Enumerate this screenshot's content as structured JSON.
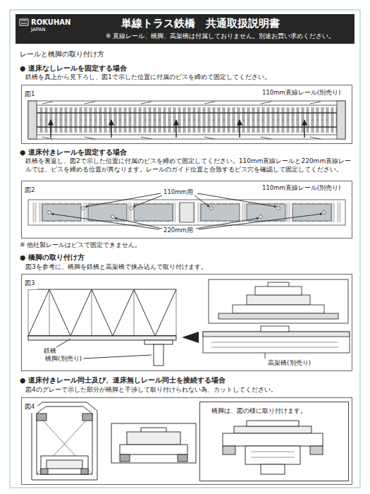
{
  "diagram": {
    "title": "単線トラス鉄橋　共通取扱説明書",
    "nodes": [
      {
        "text": [
          "図1"
        ]
      },
      {
        "text": [
          "図2"
        ]
      },
      {
        "text": [
          "図3"
        ]
      },
      {
        "text": [
          "図4"
        ]
      },
      {
        "text": [
          "橋脚は、図の様に取り付けます。"
        ],
        "in": 3
      }
    ],
    "labels": [
      "ROKUHAN",
      "JAPAN",
      "※ 直線レール、橋脚、高架橋は付属しておりません。別途お買い求めください。",
      "レールと橋脚の取り付け方",
      "● 道床なしレールを固定する場合",
      "鉄橋を真上から見下ろし、図1で示した位置に付属のビスを締めて固定してください。",
      "110mm直線レール(別売り)",
      "● 道床付きレールを固定する場合",
      "鉄橋を裏返し、図2で示した位置に付属のビスを締めて固定してください。110mm直線レールと220mm直線レールでは、ビスを締める位置が異なります。レールのガイド位置と合致するビス穴を確認して固定してください。",
      "110mm直線レール(別売り)",
      "110mm用",
      "220mm用",
      "※ 他社製レールはビスで固定できません。",
      "● 橋脚の取り付け方",
      "図3を参考に、橋脚を鉄橋と高架橋で挟み込んで取り付けます。",
      "鉄橋",
      "橋脚(別売り)",
      "高架橋(別売り)",
      "● 道床付きレール同士及び、道床無しレール同士を接続する場合",
      "図4のグレーで示した部分が橋脚と干渉して取り付けられない為、カットしてください。"
    ]
  }
}
